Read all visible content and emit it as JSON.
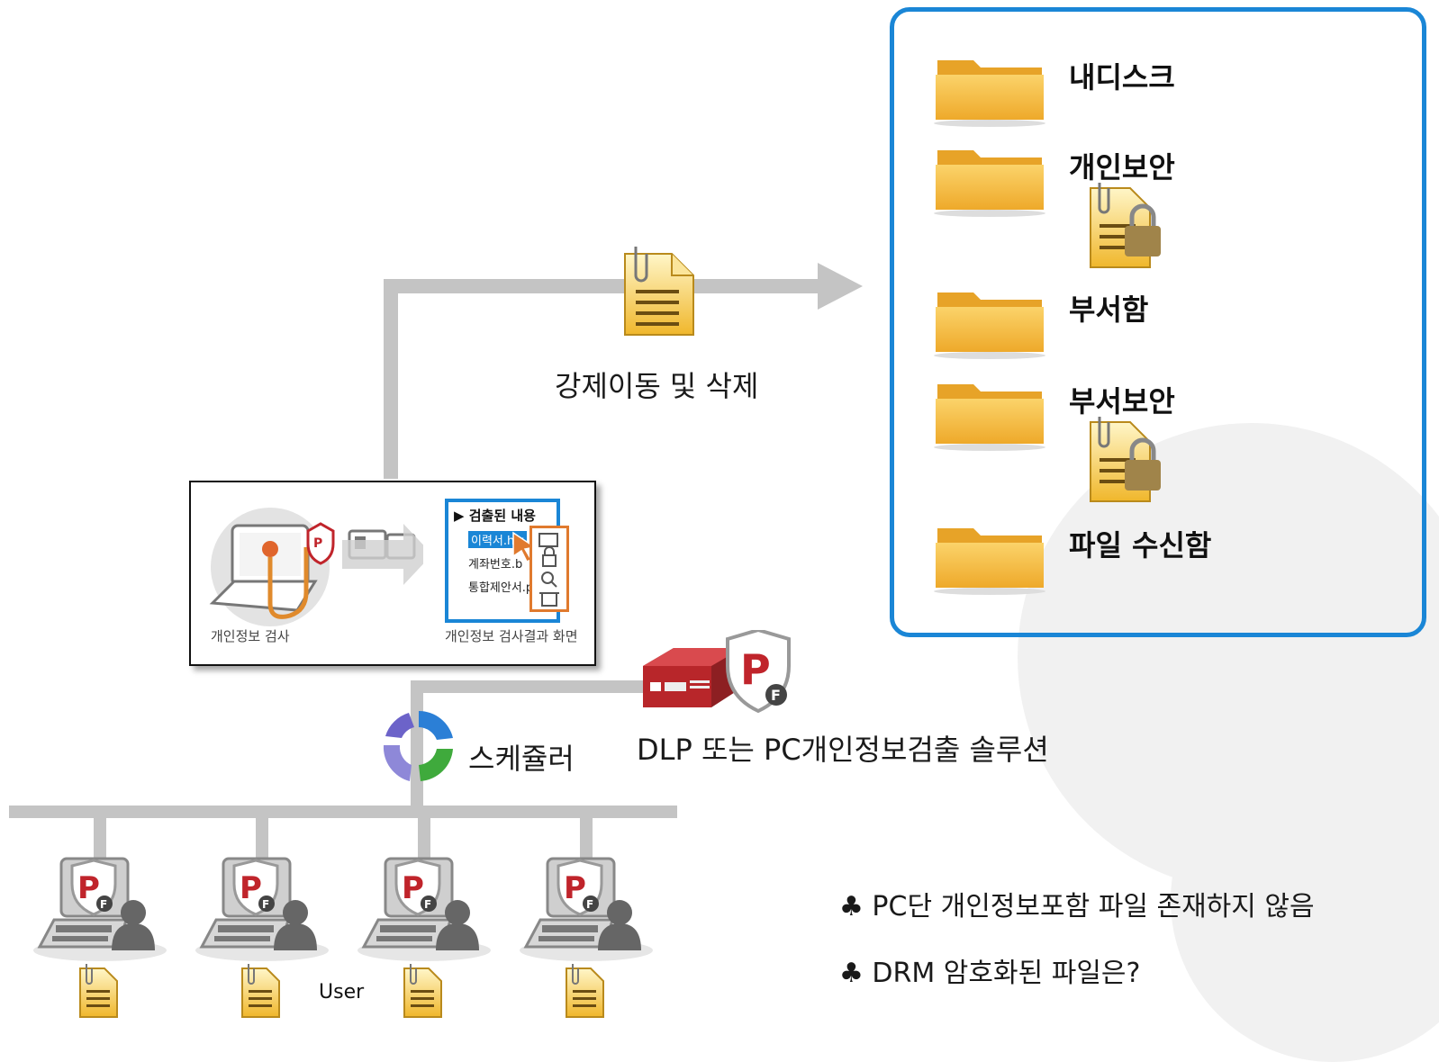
{
  "panel": {
    "folders": [
      {
        "label": "내디스크",
        "locked_doc": false
      },
      {
        "label": "개인보안",
        "locked_doc": true
      },
      {
        "label": "부서함",
        "locked_doc": false
      },
      {
        "label": "부서보안",
        "locked_doc": true
      },
      {
        "label": "파일 수신함",
        "locked_doc": false
      }
    ],
    "border_color": "#1a86d6"
  },
  "flow": {
    "move_label": "강제이동 및 삭제",
    "scheduler_label": "스케쥴러",
    "solution_label": "DLP 또는 PC개인정보검출 솔루션"
  },
  "inset": {
    "left_caption": "개인정보 검사",
    "right_caption": "개인정보 검사결과 화면",
    "result_title": "▶ 검출된 내용",
    "result_items": [
      "이력서.hw",
      "계좌번호.b",
      "통합제안서.p"
    ]
  },
  "user_label": "User",
  "notes": [
    "♣ PC단 개인정보포함 파일 존재하지 않음",
    "♣ DRM 암호화된 파일은?"
  ],
  "colors": {
    "accent": "#1a86d6",
    "connector": "#c4c4c4",
    "folder": "#f3b83a",
    "shield_red": "#c0242b"
  }
}
